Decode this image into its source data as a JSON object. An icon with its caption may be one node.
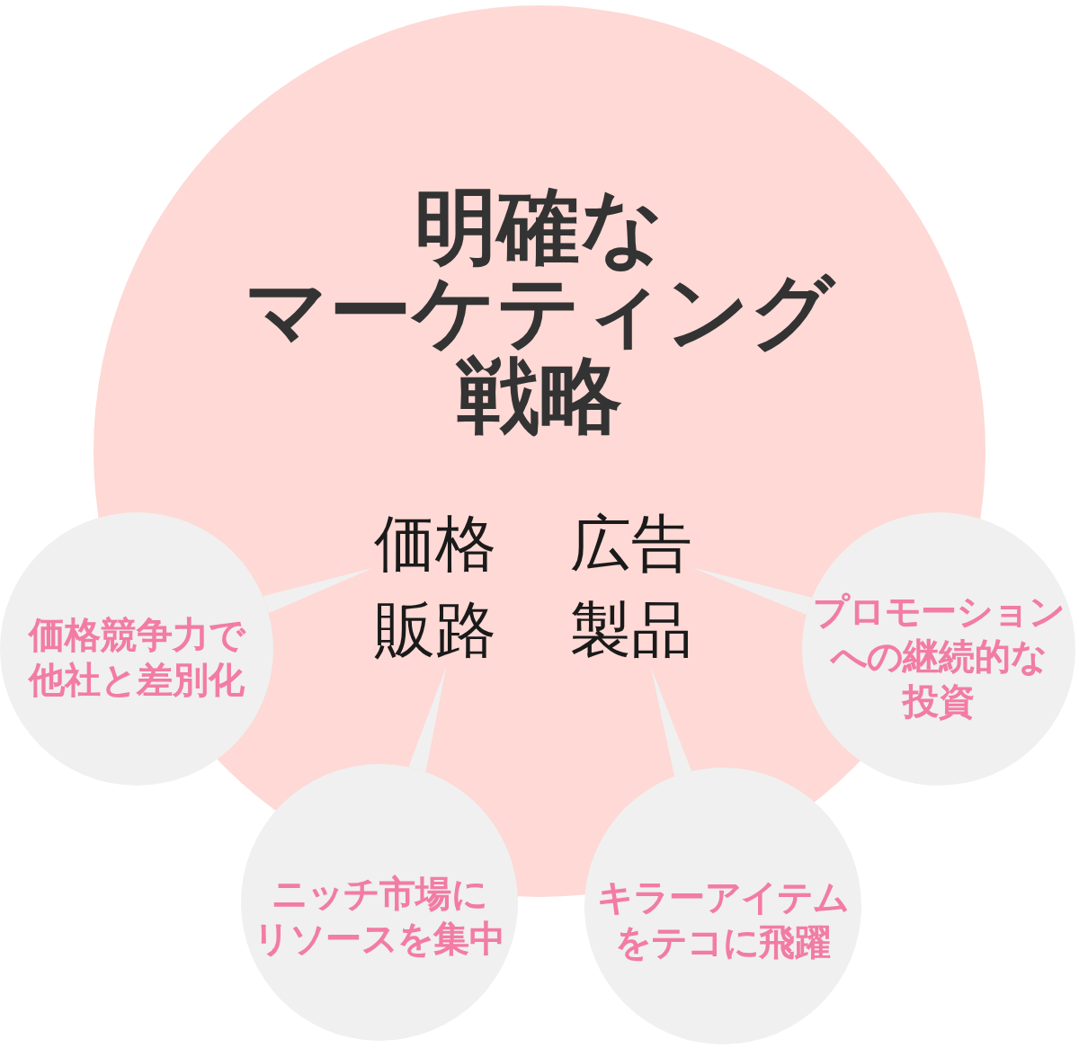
{
  "diagram": {
    "nodes": [
      {
        "text": [
          "明確なマーケティング戦略"
        ]
      },
      {
        "text": [
          "価格"
        ],
        "in": 0
      },
      {
        "text": [
          "広告"
        ],
        "in": 0
      },
      {
        "text": [
          "販路"
        ],
        "in": 0
      },
      {
        "text": [
          "製品"
        ],
        "in": 0
      },
      {
        "text": [
          "価格競争力で他社と差別化"
        ]
      },
      {
        "text": [
          "プロモーションへの継続的な投資"
        ]
      },
      {
        "text": [
          "ニッチ市場にリソースを集中"
        ]
      },
      {
        "text": [
          "キラーアイテムをテコに飛躍"
        ]
      }
    ],
    "edges": [
      {
        "from": 5,
        "to": 1,
        "arrow": "to"
      },
      {
        "from": 6,
        "to": 2,
        "arrow": "to"
      },
      {
        "from": 7,
        "to": 3,
        "arrow": "to"
      },
      {
        "from": 8,
        "to": 4,
        "arrow": "to"
      }
    ]
  }
}
